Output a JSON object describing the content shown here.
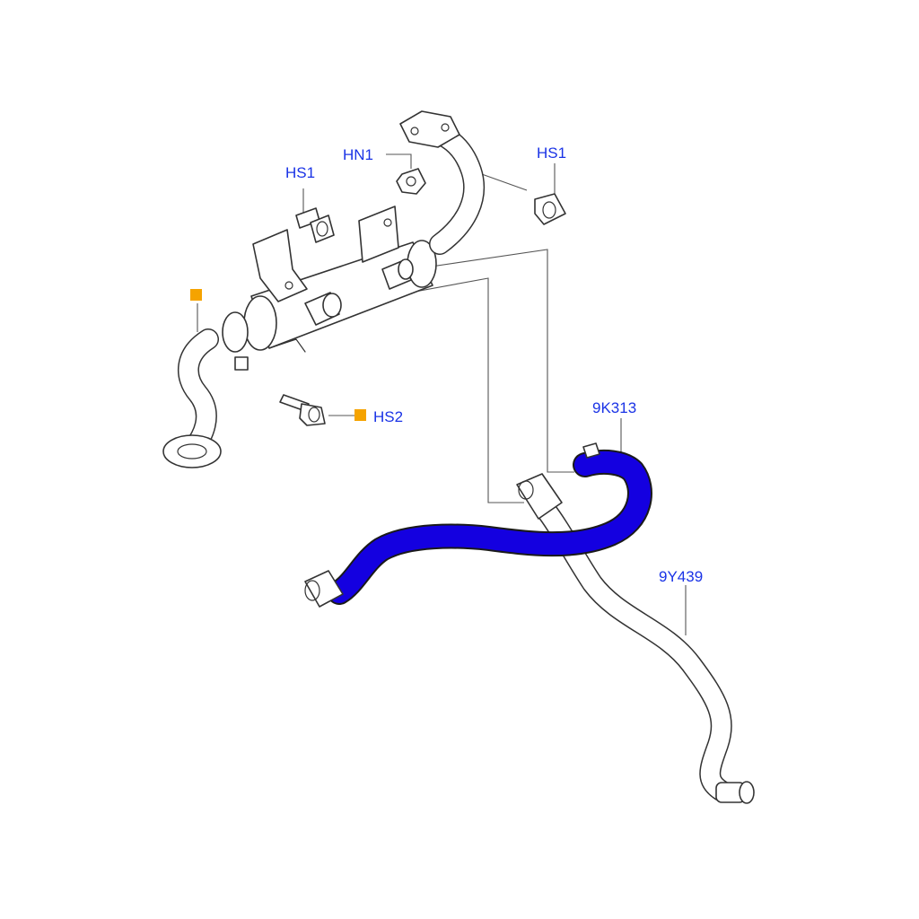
{
  "colors": {
    "callout_text": "#1a33e6",
    "highlight_hose": "#1400e0",
    "marker": "#f5a300",
    "line": "#333333"
  },
  "callouts": {
    "hn1": "HN1",
    "hs1_left": "HS1",
    "hs1_right": "HS1",
    "hs2": "HS2",
    "hose_9k313": "9K313",
    "hose_9y439": "9Y439"
  },
  "markers": {
    "marker_left": "square-marker-icon",
    "marker_hs2": "square-marker-icon"
  }
}
